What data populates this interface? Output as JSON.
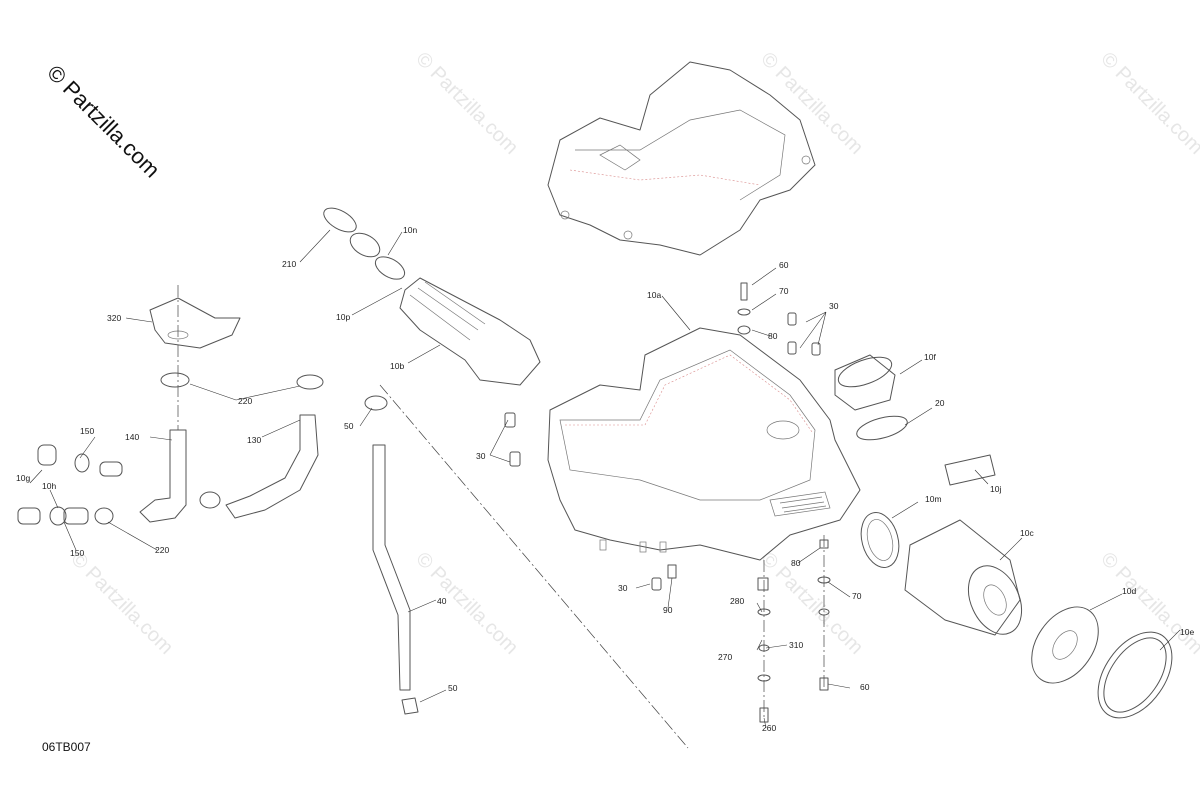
{
  "watermark": "© Partzilla.com",
  "diagram_code": "06TB007",
  "labels": [
    "10n",
    "210",
    "10p",
    "10b",
    "10a",
    "60",
    "70",
    "30",
    "80",
    "10f",
    "20",
    "320",
    "220",
    "130",
    "140",
    "150",
    "10g",
    "10h",
    "50",
    "30",
    "10j",
    "10m",
    "10c",
    "10d",
    "10e",
    "80",
    "70",
    "30",
    "90",
    "280",
    "310",
    "270",
    "60",
    "260",
    "40",
    "50",
    "150",
    "220"
  ]
}
